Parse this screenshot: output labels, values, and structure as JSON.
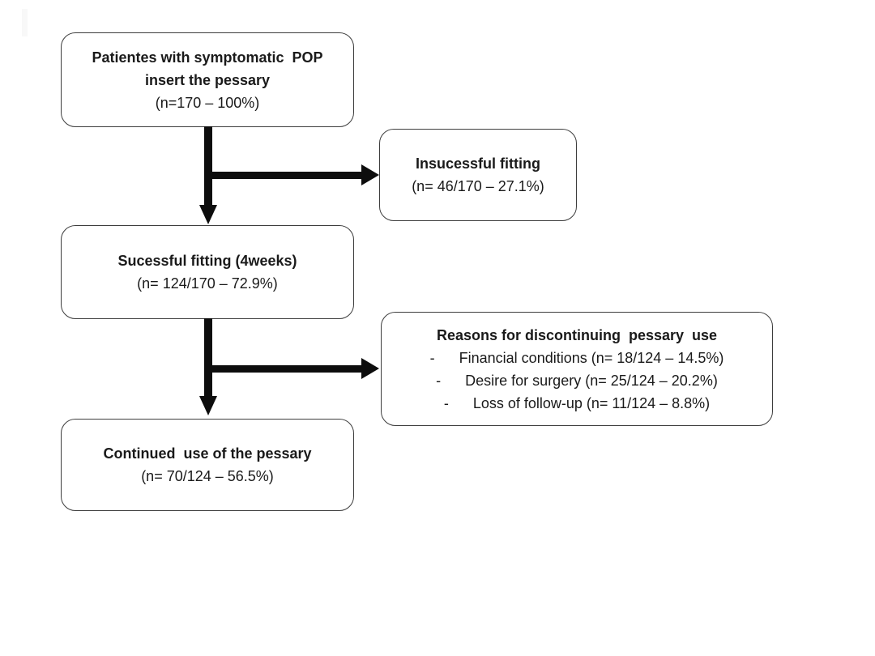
{
  "colors": {
    "background": "#ffffff",
    "border": "#3d3d3d",
    "text": "#1a1a1a",
    "arrow": "#0d0d0d"
  },
  "flow": {
    "box_patients": {
      "line1": "Patientes with symptomatic  POP",
      "line2": "insert the pessary",
      "stat": "(n=170 – 100%)"
    },
    "box_unsuccessful": {
      "title": "Insucessful fitting",
      "stat": "(n= 46/170 – 27.1%)"
    },
    "box_successful": {
      "title": "Sucessful fitting (4weeks)",
      "stat": "(n= 124/170 – 72.9%)"
    },
    "box_reasons": {
      "title": "Reasons for discontinuing  pessary  use",
      "items": [
        "-      Financial conditions (n= 18/124 – 14.5%)",
        "-      Desire for surgery (n= 25/124 – 20.2%)",
        "-      Loss of follow-up (n= 11/124 – 8.8%)"
      ]
    },
    "box_continued": {
      "title": "Continued  use of the pessary",
      "stat": "(n= 70/124 – 56.5%)"
    }
  }
}
